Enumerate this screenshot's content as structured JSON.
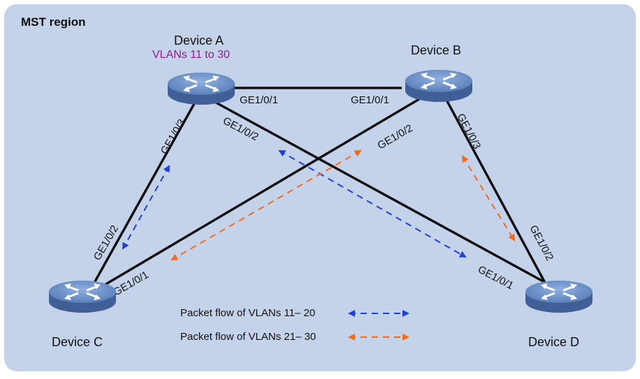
{
  "region": {
    "title": "MST region"
  },
  "devices": {
    "a": {
      "name": "Device A",
      "note": "VLANs 11 to 30"
    },
    "b": {
      "name": "Device B"
    },
    "c": {
      "name": "Device C"
    },
    "d": {
      "name": "Device D"
    }
  },
  "ports": {
    "a_b": "GE1/0/1",
    "b_a": "GE1/0/1",
    "a_c": "GE1/0/3",
    "c_a": "GE1/0/2",
    "a_d": "GE1/0/2",
    "d_a": "GE1/0/1",
    "b_c": "GE1/0/2",
    "c_b": "GE1/0/1",
    "b_d": "GE1/0/3",
    "d_b": "GE1/0/2"
  },
  "legend": {
    "flow1": "Packet flow of VLANs 11– 20",
    "flow2": "Packet flow of VLANs 21– 30"
  },
  "colors": {
    "region_fill": "#c5d3ea",
    "link": "#111111",
    "flow1": "#1f3fd6",
    "flow2": "#f26b1d",
    "device_top": "#6b8fc7",
    "device_side": "#3f5f96"
  }
}
